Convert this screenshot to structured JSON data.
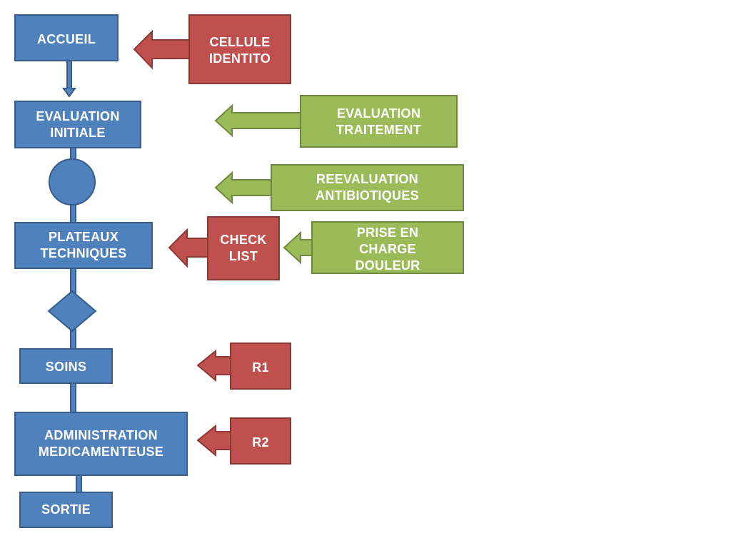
{
  "flow": {
    "accueil": "ACCUEIL",
    "evaluation_initiale": "EVALUATION\nINITIALE",
    "plateaux_techniques": "PLATEAUX\nTECHNIQUES",
    "soins": "SOINS",
    "administration": "ADMINISTRATION\nMEDICAMENTEUSE",
    "sortie": "SORTIE"
  },
  "red_inputs": {
    "cellule": "CELLULE\nIDENTITO",
    "check_list": "CHECK\nLIST",
    "r1": "R1",
    "r2": "R2"
  },
  "green_inputs": {
    "evaluation_traitement": "EVALUATION\nTRAITEMENT",
    "reevaluation": "REEVALUATION\nANTIBIOTIQUES",
    "prise_en_charge": "PRISE EN\nCHARGE\nDOULEUR"
  },
  "colors": {
    "blue": "#4f81bd",
    "blue_border": "#385d8a",
    "red": "#c0504d",
    "red_border": "#8c3836",
    "green": "#9bbb59",
    "green_border": "#71893f"
  }
}
